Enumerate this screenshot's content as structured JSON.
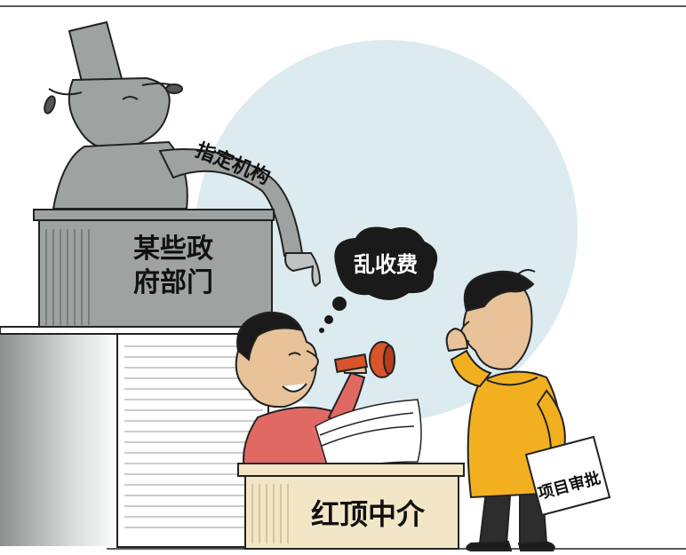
{
  "labels": {
    "government": [
      "某些政",
      "府部门"
    ],
    "arm_text": "指定机构",
    "thought": "乱收费",
    "desk": "红顶中介",
    "paper": "项目审批"
  },
  "colors": {
    "sky_circle": "#dcebf0",
    "stone_gray": "#9ea3a2",
    "skin": "#e8c39a",
    "red_shirt": "#e06a63",
    "yellow_sweater": "#f2b021",
    "stamp": "#d9542a",
    "desk_wood": "#f2e6c6"
  }
}
